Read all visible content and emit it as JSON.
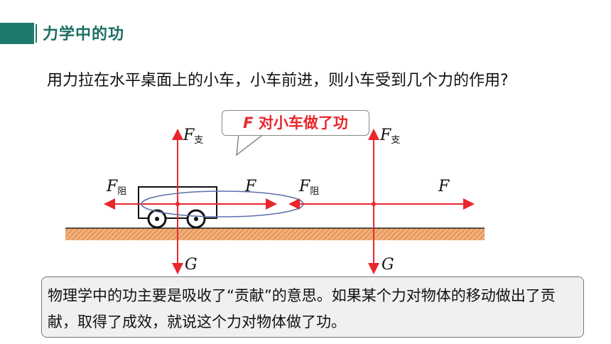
{
  "header": {
    "title": "力学中的功"
  },
  "question": {
    "text": "用力拉在水平桌面上的小车，小车前进，则小车受到几个力的作用?"
  },
  "callout": {
    "symbol": "F",
    "text": " 对小车做了功"
  },
  "diagram": {
    "left": {
      "support": "F",
      "support_sub": "支",
      "friction": "F",
      "friction_sub": "阻",
      "pull": "F",
      "gravity": "G"
    },
    "right": {
      "support": "F",
      "support_sub": "支",
      "friction": "F",
      "friction_sub": "阻",
      "pull": "F",
      "gravity": "G"
    },
    "colors": {
      "arrow": "#e8262c",
      "ground": "#e79a5c",
      "cart": "#111111"
    }
  },
  "explanation": {
    "text": "物理学中的功主要是吸收了“贡献”的意思。如果某个力对物体的移动做出了贡献，取得了成效，就说这个力对物体做了功。"
  }
}
